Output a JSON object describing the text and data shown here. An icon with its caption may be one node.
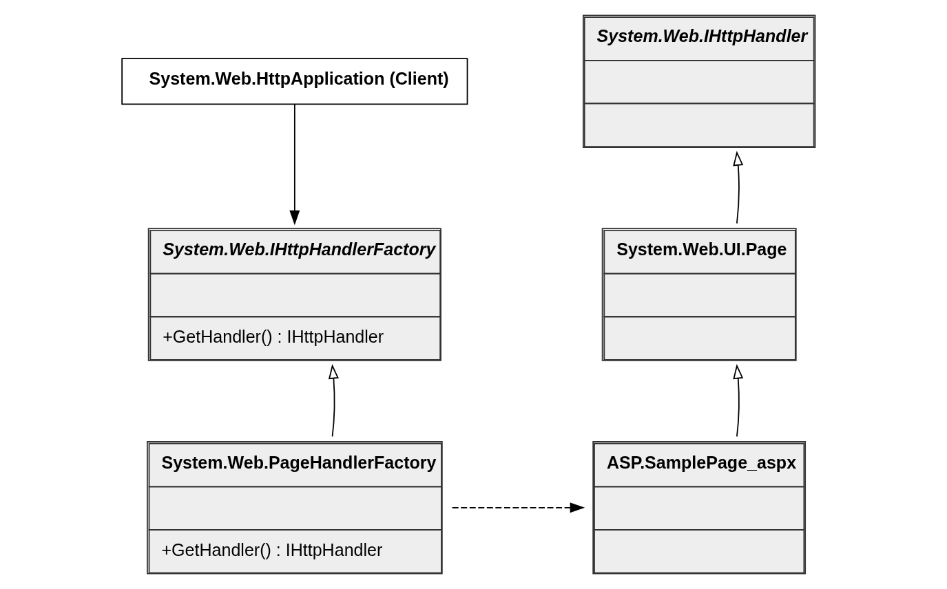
{
  "diagram": {
    "nodes": [
      {
        "text": [
          "System.Web.HttpApplication (Client)"
        ]
      },
      {
        "text": [
          "System.Web.IHttpHandlerFactory",
          "+GetHandler() : IHttpHandler"
        ]
      },
      {
        "text": [
          "System.Web.PageHandlerFactory",
          "+GetHandler() : IHttpHandler"
        ]
      },
      {
        "text": [
          "System.Web.IHttpHandler"
        ]
      },
      {
        "text": [
          "System.Web.UI.Page"
        ]
      },
      {
        "text": [
          "ASP.SamplePage_aspx"
        ]
      }
    ],
    "edges": [
      {
        "from": 0,
        "to": 1,
        "arrow": "to"
      },
      {
        "from": 2,
        "to": 1,
        "arrow": "to"
      },
      {
        "from": 2,
        "to": 5,
        "arrow": "to",
        "style": "dashed"
      },
      {
        "from": 4,
        "to": 3,
        "arrow": "to"
      },
      {
        "from": 5,
        "to": 4,
        "arrow": "to"
      }
    ]
  }
}
